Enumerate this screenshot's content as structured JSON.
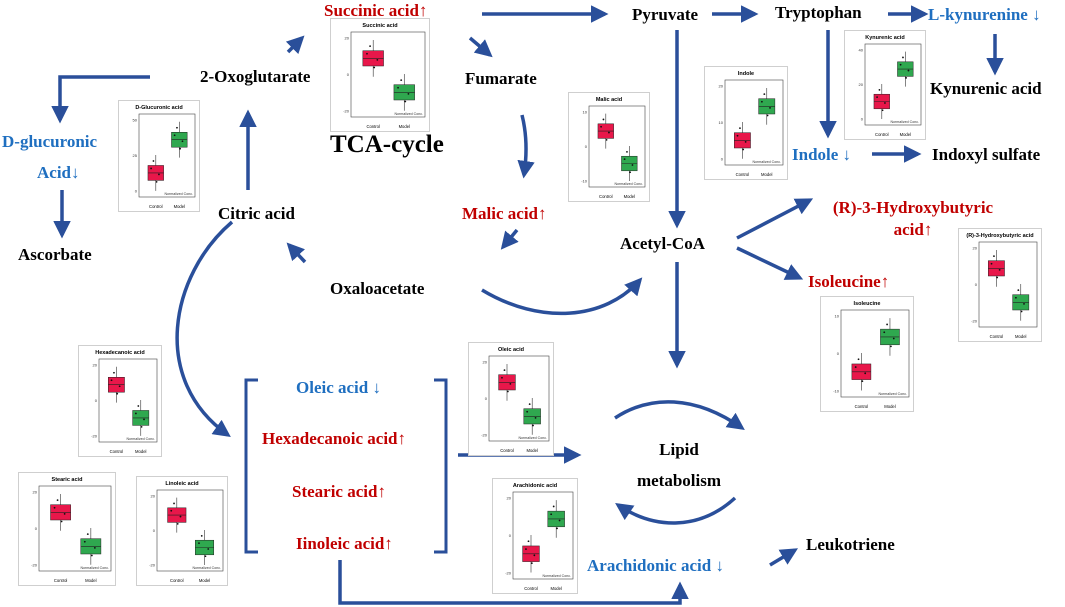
{
  "colors": {
    "arrow": "#2a4f9a",
    "up": "#c00000",
    "down": "#1f6fc0",
    "node": "#000000",
    "control": "#e8174a",
    "model": "#2fa84f"
  },
  "nodes": {
    "succinic_acid": "Succinic acid↑",
    "pyruvate": "Pyruvate",
    "tryptophan": "Tryptophan",
    "l_kynurenine": "L-kynurenine ↓",
    "oxoglutarate": "2-Oxoglutarate",
    "fumarate": "Fumarate",
    "kynurenic_acid": "Kynurenic acid",
    "tca_cycle": "TCA-cycle",
    "d_glucuronic_line1": "D-glucuronic",
    "d_glucuronic_line2": "Acid↓",
    "indole": "Indole ↓",
    "indoxyl_sulfate": "Indoxyl sulfate",
    "citric_acid": "Citric acid",
    "malic_acid": "Malic acid↑",
    "hydroxybutyric_line1": "(R)-3-Hydroxybutyric",
    "hydroxybutyric_line2": "acid↑",
    "ascorbate": "Ascorbate",
    "acetyl_coa": "Acetyl-CoA",
    "isoleucine": "Isoleucine↑",
    "oxaloacetate": "Oxaloacetate",
    "oleic_acid": "Oleic acid ↓",
    "hexadecanoic_acid": "Hexadecanoic acid↑",
    "stearic_acid": "Stearic acid↑",
    "iinoleic_acid": "Iinoleic acid↑",
    "lipid_line1": "Lipid",
    "lipid_line2": "metabolism",
    "arachidonic_acid": "Arachidonic acid ↓",
    "leukotriene": "Leukotriene"
  },
  "boxplots": [
    {
      "title": "Succinic acid",
      "control_label": "Control",
      "model_label": "Model",
      "note": "Normalized Conc.",
      "yticks": [
        "20",
        "0",
        "-20"
      ],
      "high": "control"
    },
    {
      "title": "D-Glucuronic acid",
      "control_label": "Control",
      "model_label": "Model",
      "note": "Normalized Conc.",
      "yticks": [
        "50",
        "25",
        "0"
      ],
      "high": "model"
    },
    {
      "title": "Malic acid",
      "control_label": "Control",
      "model_label": "Model",
      "note": "Normalized Conc.",
      "yticks": [
        "10",
        "0",
        "-10"
      ],
      "high": "control"
    },
    {
      "title": "Indole",
      "control_label": "Control",
      "model_label": "Model",
      "note": "Normalized Conc.",
      "yticks": [
        "20",
        "10",
        "0"
      ],
      "high": "model"
    },
    {
      "title": "Kynurenic acid",
      "control_label": "Control",
      "model_label": "Model",
      "note": "Normalized Conc.",
      "yticks": [
        "40",
        "20",
        "0"
      ],
      "high": "model"
    },
    {
      "title": "(R)-3-Hydroxybutyric acid",
      "control_label": "Control",
      "model_label": "Model",
      "note": "",
      "yticks": [
        "20",
        "0",
        "-20"
      ],
      "high": "control"
    },
    {
      "title": "Isoleucine",
      "control_label": "Control",
      "model_label": "Model",
      "note": "Normalized Conc.",
      "yticks": [
        "10",
        "0",
        "-10"
      ],
      "high": "model"
    },
    {
      "title": "Hexadecanoic acid",
      "control_label": "Control",
      "model_label": "Model",
      "note": "Normalized Conc.",
      "yticks": [
        "20",
        "0",
        "-20"
      ],
      "high": "control"
    },
    {
      "title": "Oleic acid",
      "control_label": "Control",
      "model_label": "Model",
      "note": "Normalized Conc.",
      "yticks": [
        "20",
        "0",
        "-20"
      ],
      "high": "control"
    },
    {
      "title": "Arachidonic acid",
      "control_label": "Control",
      "model_label": "Model",
      "note": "Normalized Conc.",
      "yticks": [
        "20",
        "0",
        "-20"
      ],
      "high": "model"
    },
    {
      "title": "Stearic acid",
      "control_label": "Control",
      "model_label": "Model",
      "note": "Normalized Conc.",
      "yticks": [
        "20",
        "0",
        "-20"
      ],
      "high": "control"
    },
    {
      "title": "Linoleic acid",
      "control_label": "Control",
      "model_label": "Model",
      "note": "Normalized Conc.",
      "yticks": [
        "20",
        "0",
        "-20"
      ],
      "high": "control"
    }
  ]
}
